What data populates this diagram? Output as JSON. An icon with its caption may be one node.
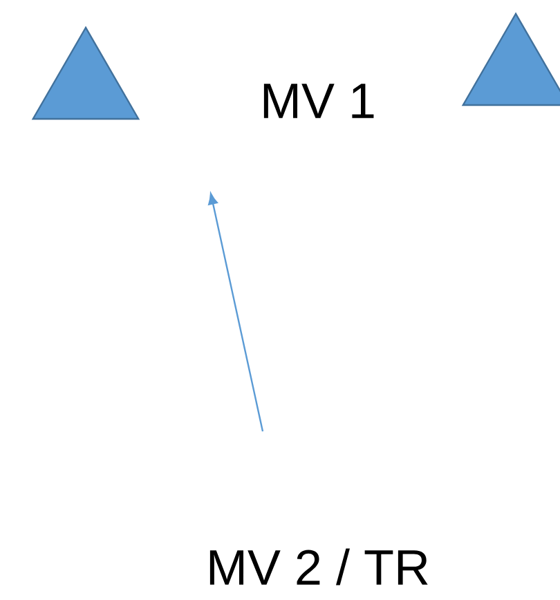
{
  "diagram": {
    "nodes": [
      {
        "text": [],
        "shape": "triangle"
      },
      {
        "text": [
          "MV 1"
        ]
      },
      {
        "text": [],
        "shape": "triangle"
      },
      {
        "text": [
          "MV 2 / TR"
        ]
      }
    ]
  }
}
